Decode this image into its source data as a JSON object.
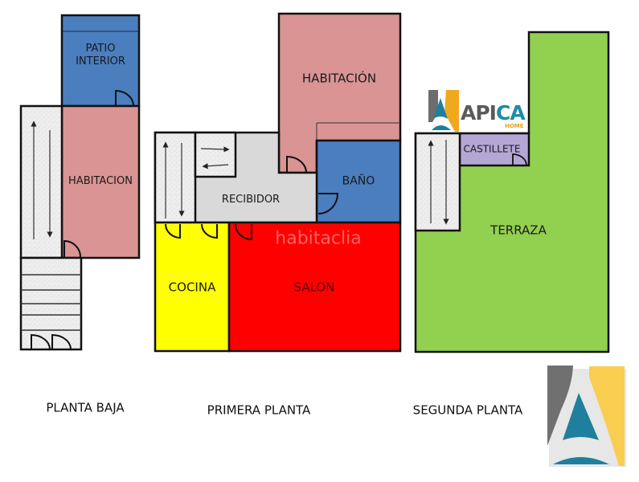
{
  "colors": {
    "patio": "#4a7ebf",
    "bedroom": "#da9494",
    "stairs": "#ececec",
    "hall": "#d9d9d9",
    "bath": "#4a7ebf",
    "kitchen": "#ffff00",
    "living": "#ff0000",
    "terrace": "#92d050",
    "castillete": "#b4a7d6",
    "wall": "#111111",
    "logo_gray": "#6d6d6d",
    "logo_yellow": "#f7c948",
    "logo_teal": "#1f7f9c"
  },
  "planta_baja": {
    "title": "PLANTA BAJA",
    "rooms": {
      "patio_line1": "PATIO",
      "patio_line2": "INTERIOR",
      "habitacion": "HABITACION"
    }
  },
  "primera_planta": {
    "title": "PRIMERA PLANTA",
    "rooms": {
      "habitacion": "HABITACIÓN",
      "bano": "BAÑO",
      "recibidor": "RECIBIDOR",
      "cocina": "COCINA",
      "salon": "SALON"
    }
  },
  "segunda_planta": {
    "title": "SEGUNDA PLANTA",
    "rooms": {
      "castillete": "CASTILLETE",
      "terraza": "TERRAZA"
    }
  },
  "watermark": "habitaclia",
  "logo": {
    "brand_a": "API",
    "brand_b": "CA",
    "sub": "HOME"
  }
}
